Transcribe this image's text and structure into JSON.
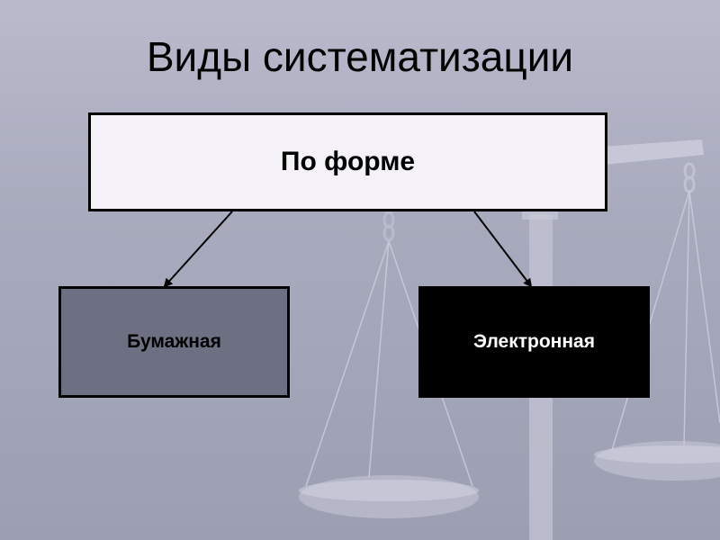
{
  "slide": {
    "title": "Виды систематизации"
  },
  "diagram": {
    "root": {
      "label": "По форме"
    },
    "children": [
      {
        "label": "Бумажная",
        "fill": "#6d6f82",
        "text_color": "#000000"
      },
      {
        "label": "Электронная",
        "fill": "#000000",
        "text_color": "#ffffff"
      }
    ],
    "background_picture": "scales-of-justice"
  }
}
